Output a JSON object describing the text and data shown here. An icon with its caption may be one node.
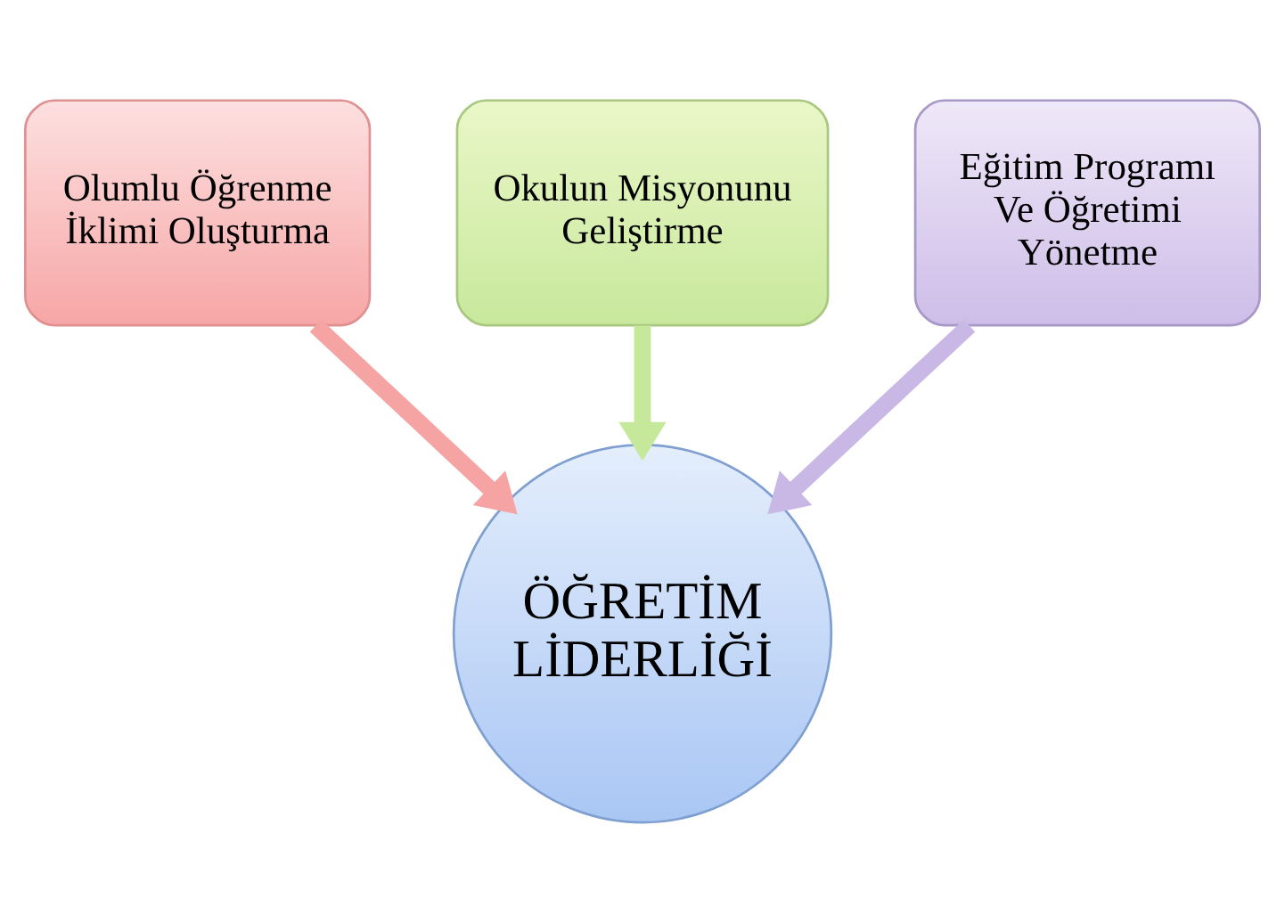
{
  "diagram": {
    "nodes": [
      {
        "text": [
          "Okulun Misyonunu Geliştirme"
        ]
      },
      {
        "text": [
          "Olumlu Öğrenme İklimi Oluşturma"
        ]
      },
      {
        "text": [
          "Eğitim Programı Ve Öğretimi Yönetme"
        ]
      },
      {
        "text": [
          "ÖĞRETİM LİDERLİĞİ"
        ]
      }
    ],
    "edges": [
      {
        "from": 0,
        "to": 3,
        "arrow": "to",
        "color": "#c6e89a"
      },
      {
        "from": 1,
        "to": 3,
        "arrow": "to",
        "color": "#f5a3a3"
      },
      {
        "from": 2,
        "to": 3,
        "arrow": "to",
        "color": "#c9b8e6"
      }
    ]
  }
}
